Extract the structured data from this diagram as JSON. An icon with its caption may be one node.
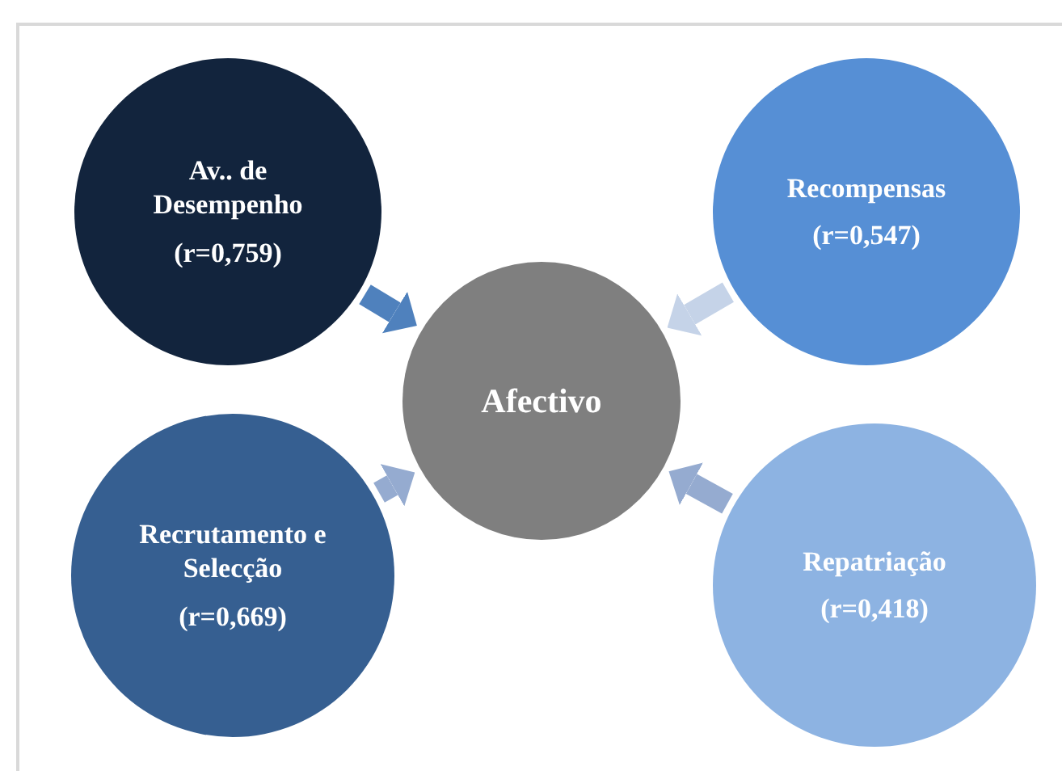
{
  "diagram": {
    "nodes": [
      {
        "text": [
          "Av.. de Desempenho",
          "(r=0,759)"
        ]
      },
      {
        "text": [
          "Recompensas",
          "(r=0,547)"
        ]
      },
      {
        "text": [
          "Afectivo"
        ]
      },
      {
        "text": [
          "Recrutamento e Selecção",
          "(r=0,669)"
        ]
      },
      {
        "text": [
          "Repatriação",
          "(r=0,418)"
        ]
      }
    ],
    "edges": [
      {
        "from": 0,
        "to": 2,
        "arrow": "to",
        "color": "#4f81bd"
      },
      {
        "from": 1,
        "to": 2,
        "arrow": "to",
        "color": "#c5d3e8"
      },
      {
        "from": 3,
        "to": 2,
        "arrow": "to"
      },
      {
        "from": 4,
        "to": 2,
        "arrow": "to"
      }
    ]
  }
}
